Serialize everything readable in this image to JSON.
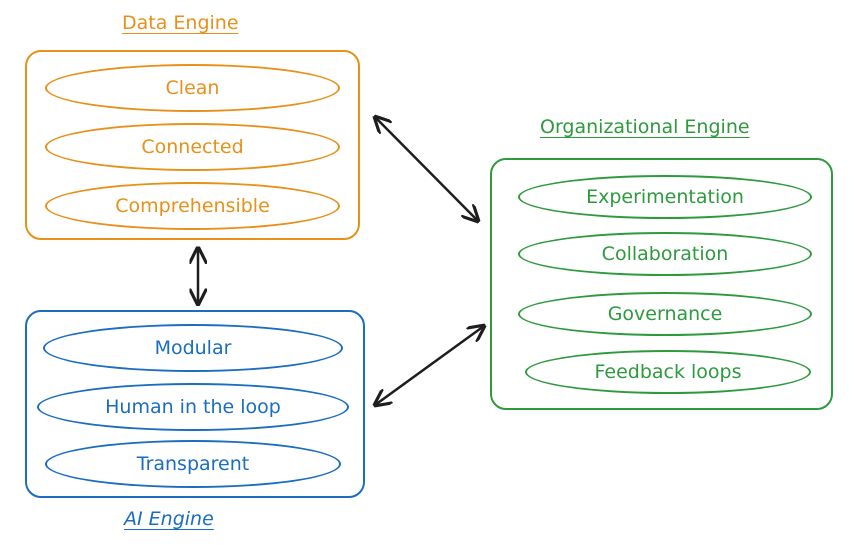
{
  "data_engine": {
    "title": "Data Engine",
    "items": [
      "Clean",
      "Connected",
      "Comprehensible"
    ],
    "color": "#e8901a"
  },
  "ai_engine": {
    "title": "AI Engine",
    "items": [
      "Modular",
      "Human in the loop",
      "Transparent"
    ],
    "color": "#1a6dc0"
  },
  "organizational_engine": {
    "title": "Organizational Engine",
    "items": [
      "Experimentation",
      "Collaboration",
      "Governance",
      "Feedback loops"
    ],
    "color": "#2e9a3e"
  },
  "arrow_color": "#1e1e1e"
}
